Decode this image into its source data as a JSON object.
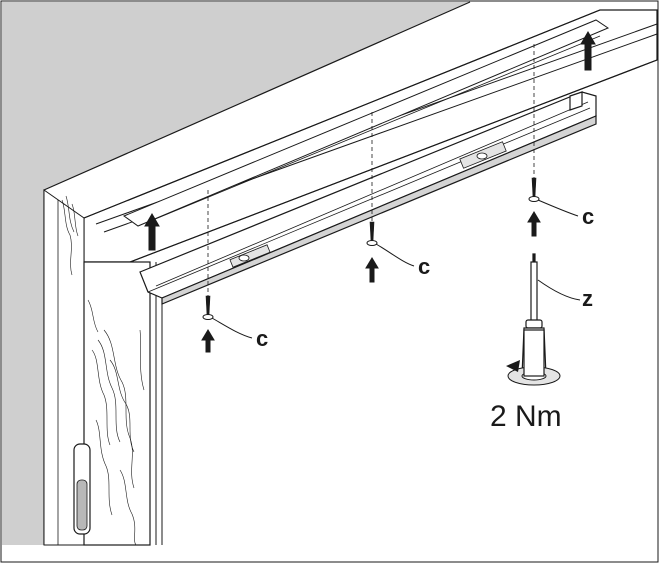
{
  "diagram": {
    "labels": {
      "screw_label": "c",
      "screwdriver_label": "z",
      "torque": "2 Nm"
    },
    "colors": {
      "wall": "#cfcfcf",
      "line": "#1a1a1a",
      "background": "#ffffff"
    },
    "icons": [
      "screw-icon",
      "arrow-up-icon",
      "screwdriver-icon",
      "hinge-icon",
      "rotation-arrow-icon"
    ]
  }
}
